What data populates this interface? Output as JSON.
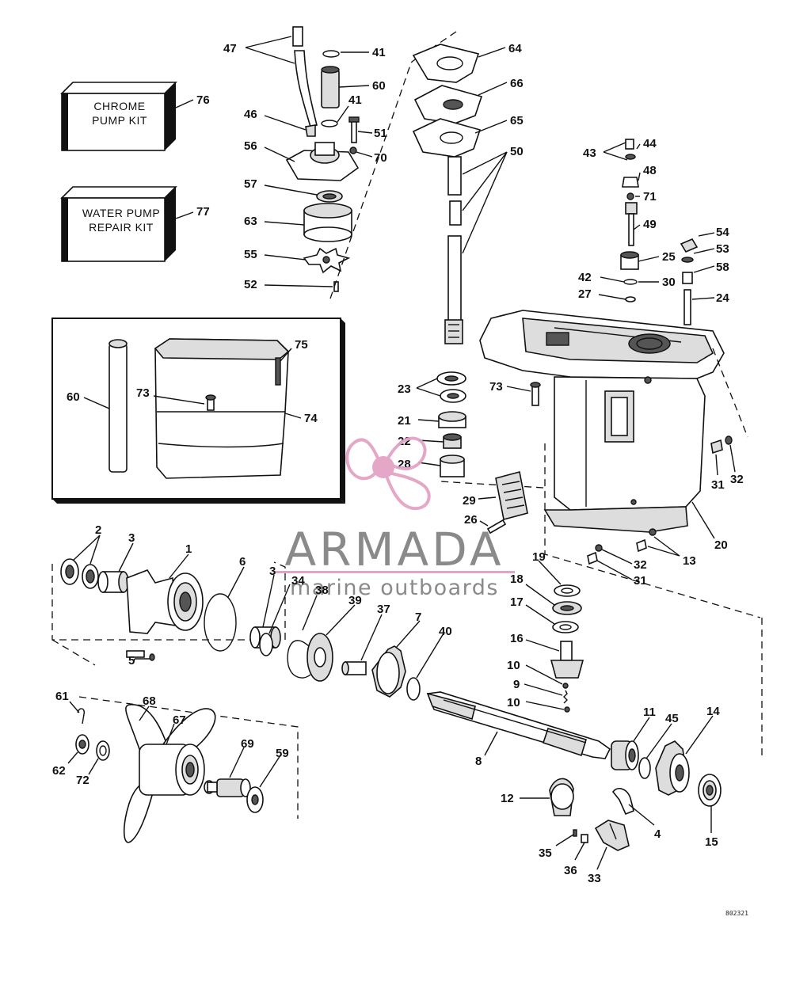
{
  "kits": {
    "chrome_pump_kit": {
      "line1": "CHROME",
      "line2": "PUMP KIT",
      "number": "76"
    },
    "water_pump_repair_kit": {
      "line1": "WATER PUMP",
      "line2": "REPAIR KIT",
      "number": "77"
    }
  },
  "watermark": {
    "brand": "ARMADA",
    "tagline": "marine outboards",
    "accent_color": "#e3a3c6",
    "text_color": "#8a8a8a"
  },
  "drawing_code": "802321",
  "labels": {
    "p47": "47",
    "p41a": "41",
    "p60a": "60",
    "p41b": "41",
    "p46": "46",
    "p51": "51",
    "p56": "56",
    "p70": "70",
    "p57": "57",
    "p63": "63",
    "p55": "55",
    "p52": "52",
    "p64": "64",
    "p66": "66",
    "p65": "65",
    "p50": "50",
    "p43": "43",
    "p44": "44",
    "p48": "48",
    "p71": "71",
    "p49": "49",
    "p54": "54",
    "p53": "53",
    "p25": "25",
    "p58": "58",
    "p42": "42",
    "p30": "30",
    "p27": "27",
    "p24": "24",
    "p60b": "60",
    "p73a": "73",
    "p75": "75",
    "p74": "74",
    "p23": "23",
    "p73b": "73",
    "p21": "21",
    "p22": "22",
    "p28": "28",
    "p29": "29",
    "p26": "26",
    "p31a": "31",
    "p32a": "32",
    "p20": "20",
    "p13": "13",
    "p32b": "32",
    "p31b": "31",
    "p2": "2",
    "p3a": "3",
    "p1": "1",
    "p6": "6",
    "p3b": "3",
    "p34": "34",
    "p38": "38",
    "p39": "39",
    "p37": "37",
    "p7": "7",
    "p40": "40",
    "p5": "5",
    "p19": "19",
    "p18": "18",
    "p17": "17",
    "p16": "16",
    "p10a": "10",
    "p9": "9",
    "p10b": "10",
    "p61": "61",
    "p68": "68",
    "p67": "67",
    "p69": "69",
    "p59": "59",
    "p62": "62",
    "p72": "72",
    "p8": "8",
    "p11": "11",
    "p45": "45",
    "p14": "14",
    "p12": "12",
    "p4": "4",
    "p15": "15",
    "p35": "35",
    "p36": "36",
    "p33": "33"
  }
}
